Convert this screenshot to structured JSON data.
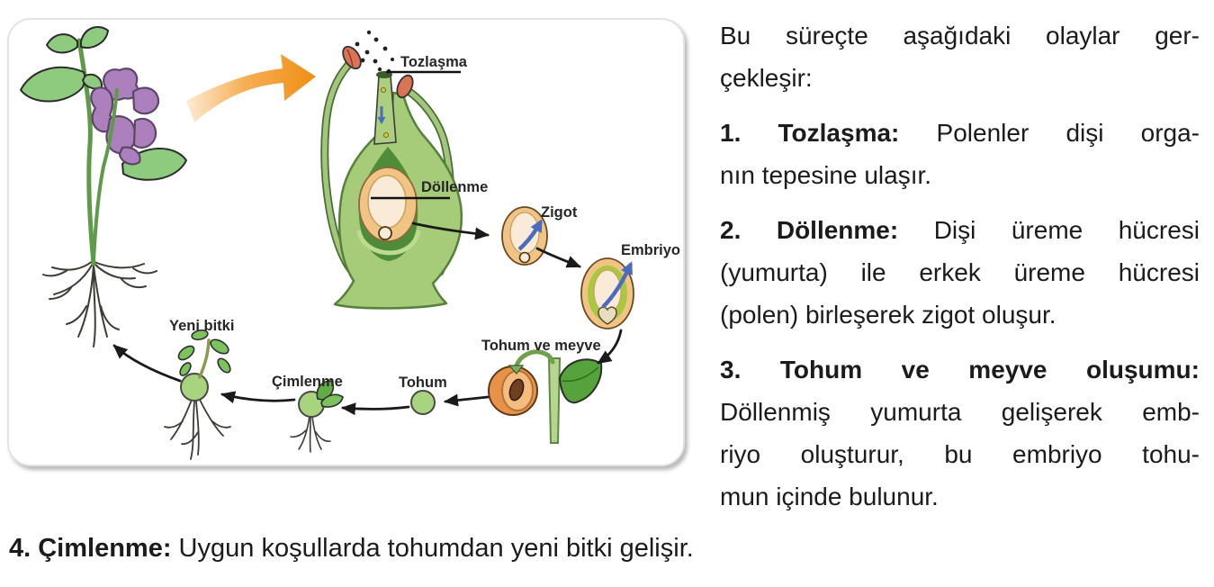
{
  "diagram_panel": {
    "labels": {
      "tozlasma": "Tozlaşma",
      "dollenme": "Döllenme",
      "zigot": "Zigot",
      "embriyo": "Embriyo",
      "tohum_ve_meyve": "Tohum ve meyve",
      "tohum": "Tohum",
      "cimlenme": "Çimlenme",
      "yeni_bitki": "Yeni bitki"
    },
    "colors": {
      "leaf_green": "#8FCB7F",
      "dark_leaf_green": "#56A33C",
      "flower_purple": "#AC80BC",
      "pistil_green": "#A6CB79",
      "ovary_inner_green": "#4F8C3A",
      "ovule_ring_tan": "#F1C385",
      "ovule_cream": "#FAEBD8",
      "anther_red": "#DB7357",
      "seed_green": "#A8D47F",
      "fruit_orange": "#E79149",
      "fruit_flesh": "#F4BD7E",
      "pit_brown": "#70401F",
      "zoom_arrow_orange": "#EF8E14",
      "process_arrow_blue": "#4A6BC0",
      "cycle_arrow_black": "#1A1A1A"
    }
  },
  "text_panel": {
    "paragraphs": [
      {
        "lines": [
          {
            "bold": "",
            "text": "Bu süreçte aşağıdaki olaylar ger-",
            "justify": true
          },
          {
            "bold": "",
            "text": "çekleşir:",
            "justify": false
          }
        ]
      },
      {
        "lines": [
          {
            "bold": "1. Tozlaşma:",
            "text": " Polenler dişi orga-",
            "justify": true
          },
          {
            "bold": "",
            "text": "nın tepesine ulaşır.",
            "justify": false
          }
        ]
      },
      {
        "lines": [
          {
            "bold": "2. Döllenme:",
            "text": " Dişi üreme hücresi",
            "justify": true
          },
          {
            "bold": "",
            "text": "(yumurta) ile erkek üreme hücresi",
            "justify": true
          },
          {
            "bold": "",
            "text": "(polen) birleşerek zigot oluşur.",
            "justify": false
          }
        ]
      },
      {
        "lines": [
          {
            "bold": "3. Tohum ve meyve oluşumu:",
            "text": "",
            "justify": true
          },
          {
            "bold": "",
            "text": "Döllenmiş yumurta gelişerek emb-",
            "justify": true
          },
          {
            "bold": "",
            "text": "riyo oluşturur, bu embriyo tohu-",
            "justify": true
          },
          {
            "bold": "",
            "text": "mun içinde bulunur.",
            "justify": false
          }
        ]
      }
    ]
  },
  "footer": {
    "bold": "4. Çimlenme:",
    "text": " Uygun koşullarda tohumdan yeni bitki gelişir."
  }
}
